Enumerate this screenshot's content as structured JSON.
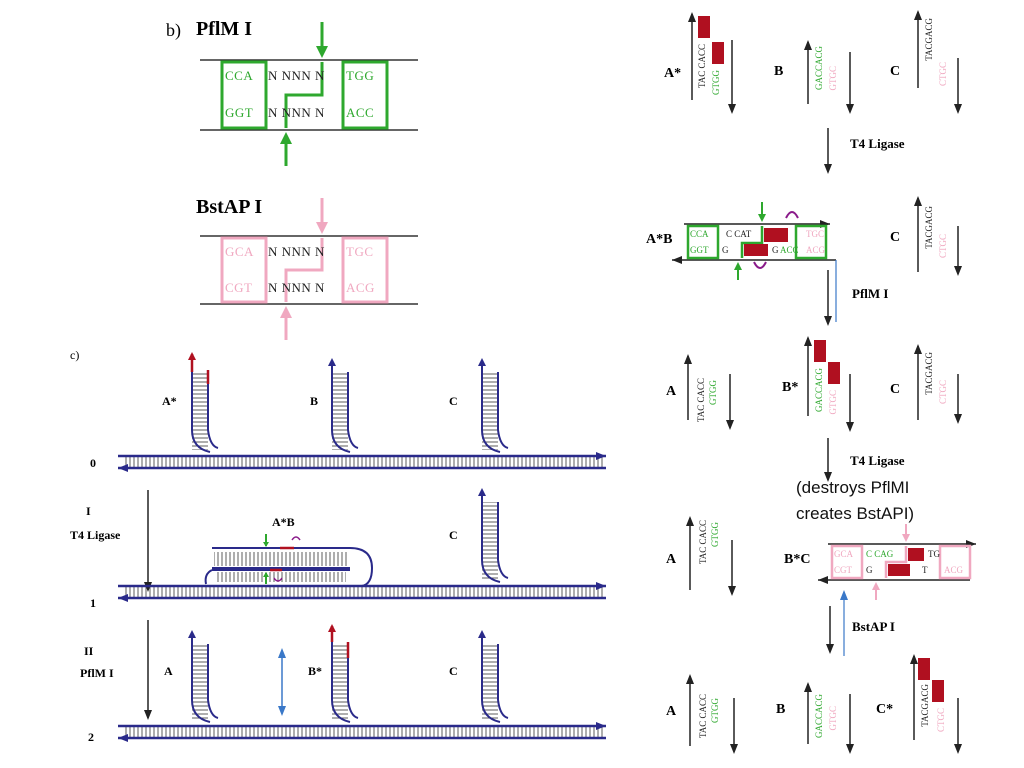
{
  "panel_b": {
    "label": "b)",
    "pflm": {
      "title": "PflM I",
      "top_left": "CCA",
      "top_mid": "N NNN N",
      "top_right": "TGG",
      "bot_left": "GGT",
      "bot_mid": "N NNN N",
      "bot_right": "ACC"
    },
    "bstap": {
      "title": "BstAP I",
      "top_left": "GCA",
      "top_mid": "N NNN N",
      "top_right": "TGC",
      "bot_left": "CGT",
      "bot_mid": "N NNN N",
      "bot_right": "ACG"
    }
  },
  "panel_c": {
    "label": "c)",
    "hairpins_row0": [
      "A*",
      "B",
      "C"
    ],
    "row_labels": [
      "0",
      "1",
      "2"
    ],
    "step1": {
      "roman": "I",
      "enzyme": "T4 Ligase"
    },
    "step2": {
      "roman": "II",
      "enzyme": "PflM I"
    },
    "row1_labels": [
      "A*B",
      "C"
    ],
    "row2_labels": [
      "A",
      "B*",
      "C"
    ]
  },
  "right": {
    "row1": {
      "a": "A*",
      "b": "B",
      "c": "C",
      "a_seq1": "TAC CACC",
      "a_seq2": "GTGG",
      "b_seq1": "GACCACG",
      "b_seq2": "GTGC",
      "c_seq1": "TACGACG",
      "c_seq2": "CTGC"
    },
    "ligase1": "T4 Ligase",
    "row2": {
      "ab": "A*B",
      "c": "C",
      "top_seq_1": "CCA",
      "top_seq_2": "C CAT",
      "top_seq_3": "TGC",
      "bot_seq_1": "GGT",
      "bot_seq_2": "G",
      "bot_seq_3": "G",
      "bot_seq_4": "ACC",
      "bot_seq_5": "ACG",
      "c_seq1": "TACGACG",
      "c_seq2": "CTGC"
    },
    "pflm": "PflM I",
    "row3": {
      "a": "A",
      "b": "B*",
      "c": "C",
      "a_seq1": "TAC CACC",
      "a_seq2": "GTGG",
      "b_seq1": "GACCACG",
      "b_seq2": "GTGC",
      "c_seq1": "TACGACG",
      "c_seq2": "CTGC"
    },
    "ligase2": "T4 Ligase",
    "note_line1": "(destroys PflMI",
    "note_line2": "creates BstAPI)",
    "row4": {
      "a": "A",
      "bc": "B*C",
      "top_seq_1": "GCA",
      "top_seq_2": "C CAG",
      "top_seq_3": "TG",
      "bot_seq_1": "CGT",
      "bot_seq_2": "G",
      "bot_seq_3": "T",
      "bot_seq_4": "ACG",
      "a_seq1": "TAC CACC",
      "a_seq2": "GTGG"
    },
    "bstap": "BstAP I",
    "row5": {
      "a": "A",
      "b": "B",
      "c": "C*",
      "a_seq1": "TAC CACC",
      "a_seq2": "GTGG",
      "b_seq1": "GACCACG",
      "b_seq2": "GTGC",
      "c_seq1": "TACGACG",
      "c_seq2": "CTGC"
    }
  },
  "colors": {
    "green": "#2ea82e",
    "pink": "#f0a8c0",
    "navy": "#2a2a8a",
    "red": "#b01020",
    "blue": "#3a78c8",
    "purple": "#8a1a8a"
  }
}
